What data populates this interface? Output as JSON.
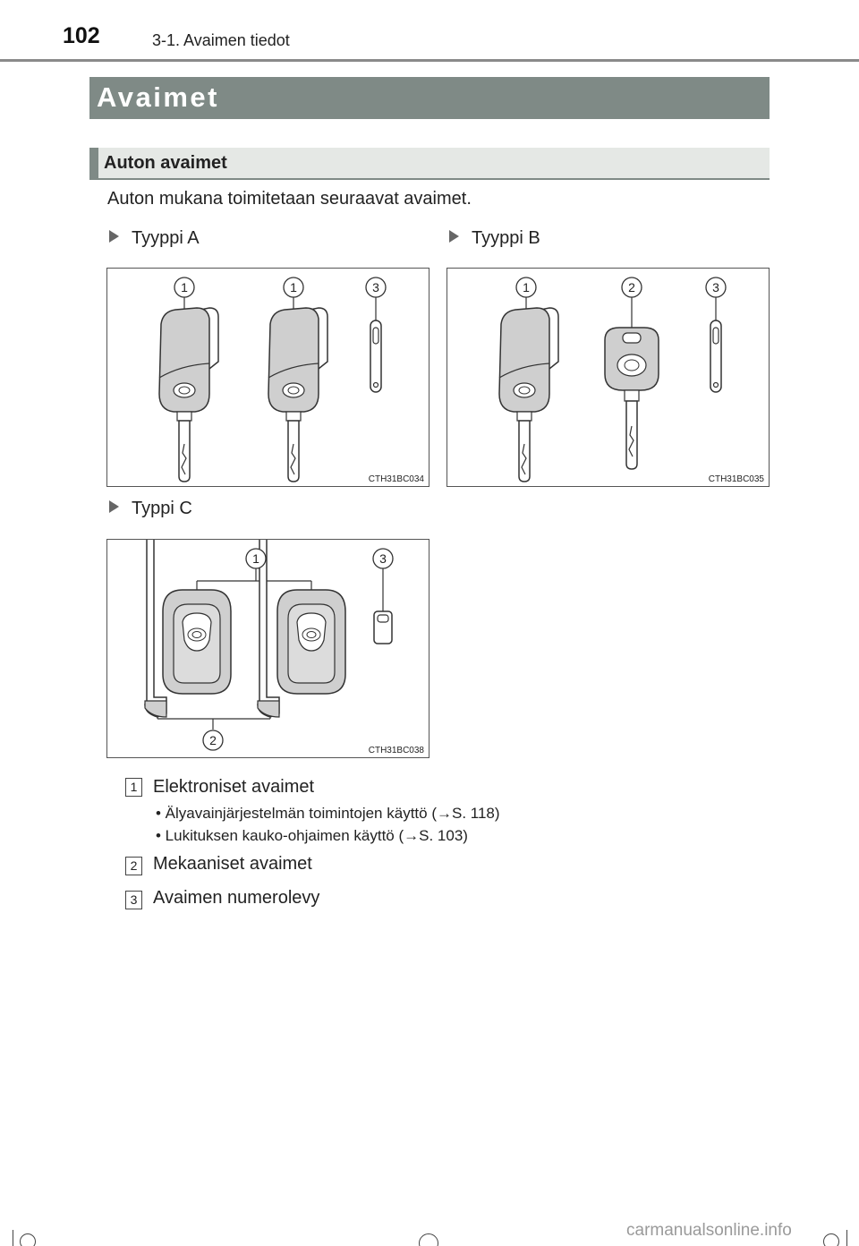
{
  "header": {
    "page_number": "102",
    "section": "3-1. Avaimen tiedot"
  },
  "title": "Avaimet",
  "section_heading": "Auton avaimet",
  "intro": "Auton mukana toimitetaan seuraavat avaimet.",
  "types": [
    {
      "label": "Tyyppi A",
      "code": "CTH31BC034"
    },
    {
      "label": "Tyyppi B",
      "code": "CTH31BC035"
    },
    {
      "label": "Typpi C",
      "code": "CTH31BC038"
    }
  ],
  "callouts": [
    "1",
    "2",
    "3"
  ],
  "legend": [
    {
      "number": "1",
      "text": "Elektroniset avaimet",
      "bullets": [
        "• Älyavainjärjestelmän toimintojen käyttö (→S. 118)",
        "• Lukituksen kauko-ohjaimen käyttö (→S. 103)"
      ]
    },
    {
      "number": "2",
      "text": "Mekaaniset avaimet"
    },
    {
      "number": "3",
      "text": "Avaimen numerolevy"
    }
  ],
  "watermark": "carmanualsonline.info"
}
